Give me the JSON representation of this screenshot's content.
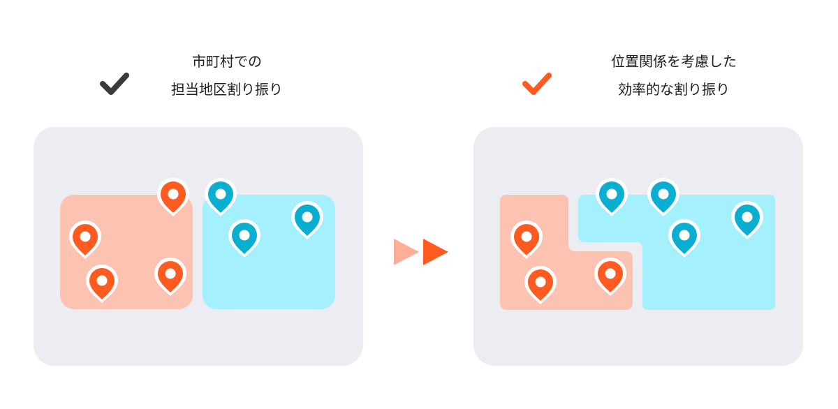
{
  "left_panel": {
    "title_lines": [
      "市町村での",
      "担当地区割り振り"
    ],
    "check_color": "#3a3a3a",
    "check_icon": "checkmark-icon",
    "regions": [
      {
        "name": "orange-area",
        "color": "#fdc3b2"
      },
      {
        "name": "cyan-area",
        "color": "#a5f0fd"
      }
    ],
    "pins": [
      {
        "group": "orange",
        "color": "#ff5a1f"
      },
      {
        "group": "orange",
        "color": "#ff5a1f"
      },
      {
        "group": "orange",
        "color": "#ff5a1f"
      },
      {
        "group": "orange",
        "color": "#ff5a1f"
      },
      {
        "group": "cyan",
        "color": "#0aaed0"
      },
      {
        "group": "cyan",
        "color": "#0aaed0"
      },
      {
        "group": "cyan",
        "color": "#0aaed0"
      }
    ]
  },
  "right_panel": {
    "title_lines": [
      "位置関係を考慮した",
      "効率的な割り振り"
    ],
    "check_color": "#ff5a1f",
    "check_icon": "checkmark-icon",
    "regions": [
      {
        "name": "orange-area",
        "color": "#fdc3b2"
      },
      {
        "name": "cyan-area",
        "color": "#a5f0fd"
      }
    ],
    "pins": [
      {
        "group": "orange",
        "color": "#ff5a1f"
      },
      {
        "group": "orange",
        "color": "#ff5a1f"
      },
      {
        "group": "orange",
        "color": "#ff5a1f"
      },
      {
        "group": "cyan",
        "color": "#0aaed0"
      },
      {
        "group": "cyan",
        "color": "#0aaed0"
      },
      {
        "group": "cyan",
        "color": "#0aaed0"
      },
      {
        "group": "cyan",
        "color": "#0aaed0"
      }
    ]
  },
  "transition_arrows": {
    "icon": "double-play-arrow-icon",
    "colors": [
      "#fcae97",
      "#ff5a1f"
    ]
  },
  "card_background": "#ebedf2"
}
